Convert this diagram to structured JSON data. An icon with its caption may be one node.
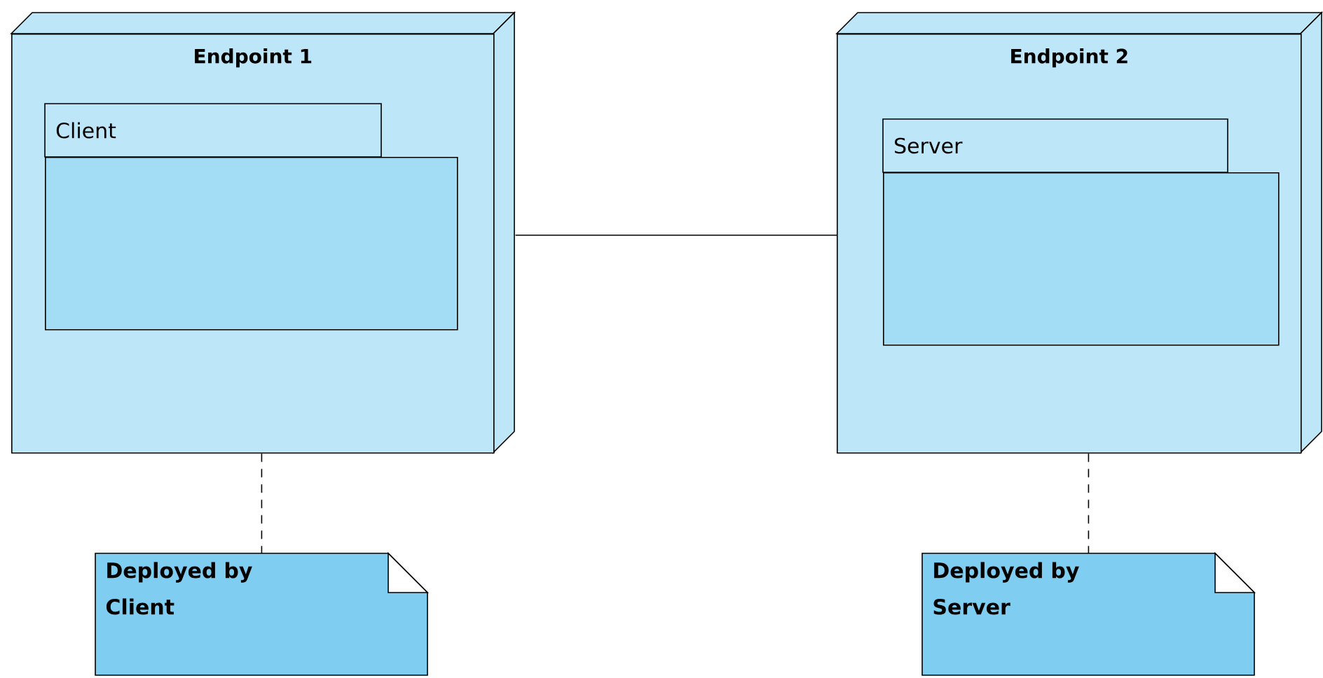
{
  "diagram": {
    "nodes": [
      {
        "text": [
          "Endpoint 1"
        ]
      },
      {
        "text": [
          "Client"
        ],
        "in": 0
      },
      {
        "text": [
          "Endpoint 2"
        ]
      },
      {
        "text": [
          "Server"
        ],
        "in": 2
      },
      {
        "text": [
          "Deployed by Client"
        ]
      },
      {
        "text": [
          "Deployed by Server"
        ]
      }
    ],
    "edges": [
      {
        "from": 0,
        "to": 2,
        "arrow": "none"
      },
      {
        "from": 0,
        "to": 4,
        "arrow": "none",
        "style": "dashed"
      },
      {
        "from": 2,
        "to": 5,
        "arrow": "none",
        "style": "dashed"
      }
    ]
  }
}
